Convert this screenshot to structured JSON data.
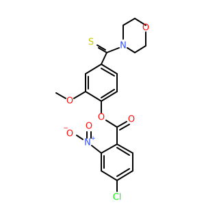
{
  "molecule": {
    "atoms": {
      "thione_S": {
        "symbol": "S",
        "color": "#c8c800"
      },
      "morpholine_N": {
        "symbol": "N",
        "color": "#3050f8"
      },
      "morpholine_O": {
        "symbol": "O",
        "color": "#ff0d0d"
      },
      "methoxy_O": {
        "symbol": "O",
        "color": "#ff0d0d"
      },
      "ester_O": {
        "symbol": "O",
        "color": "#ff0d0d"
      },
      "carbonyl_O": {
        "symbol": "O",
        "color": "#ff0d0d"
      },
      "nitro_N": {
        "symbol": "N",
        "charge": "+",
        "color": "#3050f8"
      },
      "nitro_O_minus": {
        "symbol": "O",
        "charge": "−",
        "color": "#ff0d0d"
      },
      "nitro_O": {
        "symbol": "O",
        "color": "#ff0d0d"
      },
      "chlorine": {
        "symbol": "Cl",
        "color": "#1ff01f"
      }
    }
  }
}
